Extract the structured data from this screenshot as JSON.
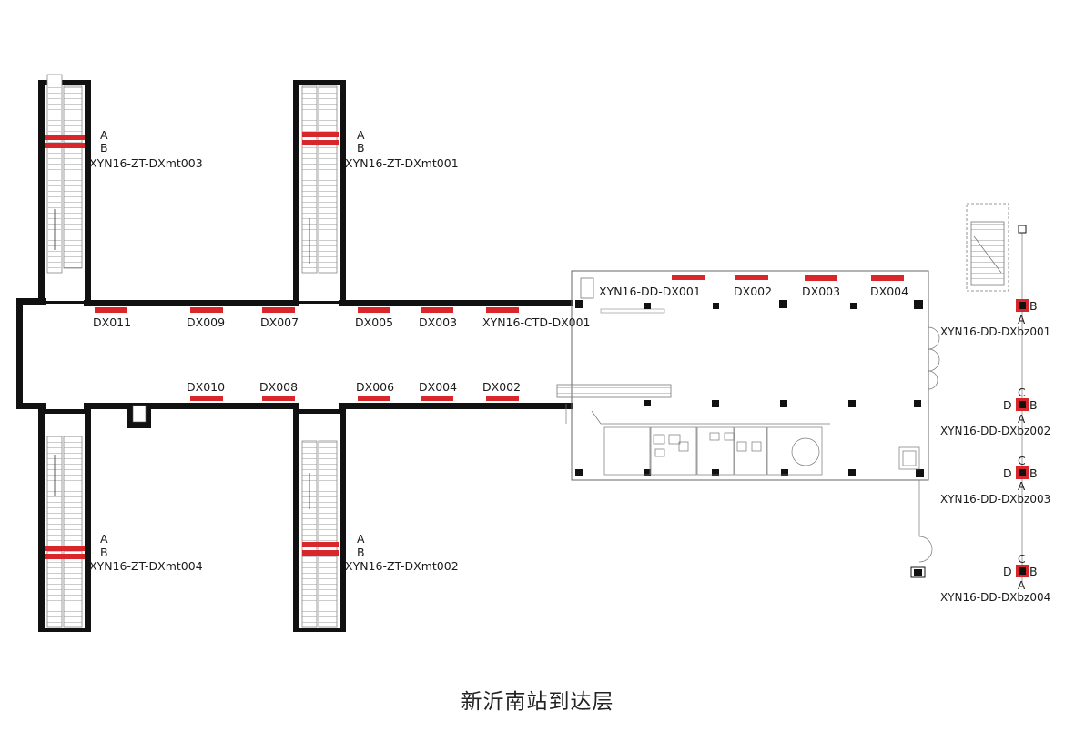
{
  "title": "新沂南站到达层",
  "colors": {
    "sign": "#d9262b",
    "wall": "#111111",
    "line": "#555555"
  },
  "escalators": [
    {
      "top": "A",
      "bottom": "B",
      "code": "XYN16-ZT-DXmt003"
    },
    {
      "top": "A",
      "bottom": "B",
      "code": "XYN16-ZT-DXmt001"
    },
    {
      "top": "A",
      "bottom": "B",
      "code": "XYN16-ZT-DXmt004"
    },
    {
      "top": "A",
      "bottom": "B",
      "code": "XYN16-ZT-DXmt002"
    }
  ],
  "corridor_upper_signs": [
    "DX011",
    "DX009",
    "DX007",
    "DX005",
    "DX003",
    "XYN16-CTD-DX001"
  ],
  "corridor_lower_signs": [
    "DX010",
    "DX008",
    "DX006",
    "DX004",
    "DX002"
  ],
  "hall_signs": [
    "XYN16-DD-DX001",
    "DX002",
    "DX003",
    "DX004"
  ],
  "columns": [
    {
      "top": "",
      "left": "",
      "right": "B",
      "bottom": "A",
      "code": "XYN16-DD-DXbz001"
    },
    {
      "top": "C",
      "left": "D",
      "right": "B",
      "bottom": "A",
      "code": "XYN16-DD-DXbz002"
    },
    {
      "top": "C",
      "left": "D",
      "right": "B",
      "bottom": "A",
      "code": "XYN16-DD-DXbz003"
    },
    {
      "top": "C",
      "left": "D",
      "right": "B",
      "bottom": "A",
      "code": "XYN16-DD-DXbz004"
    }
  ]
}
